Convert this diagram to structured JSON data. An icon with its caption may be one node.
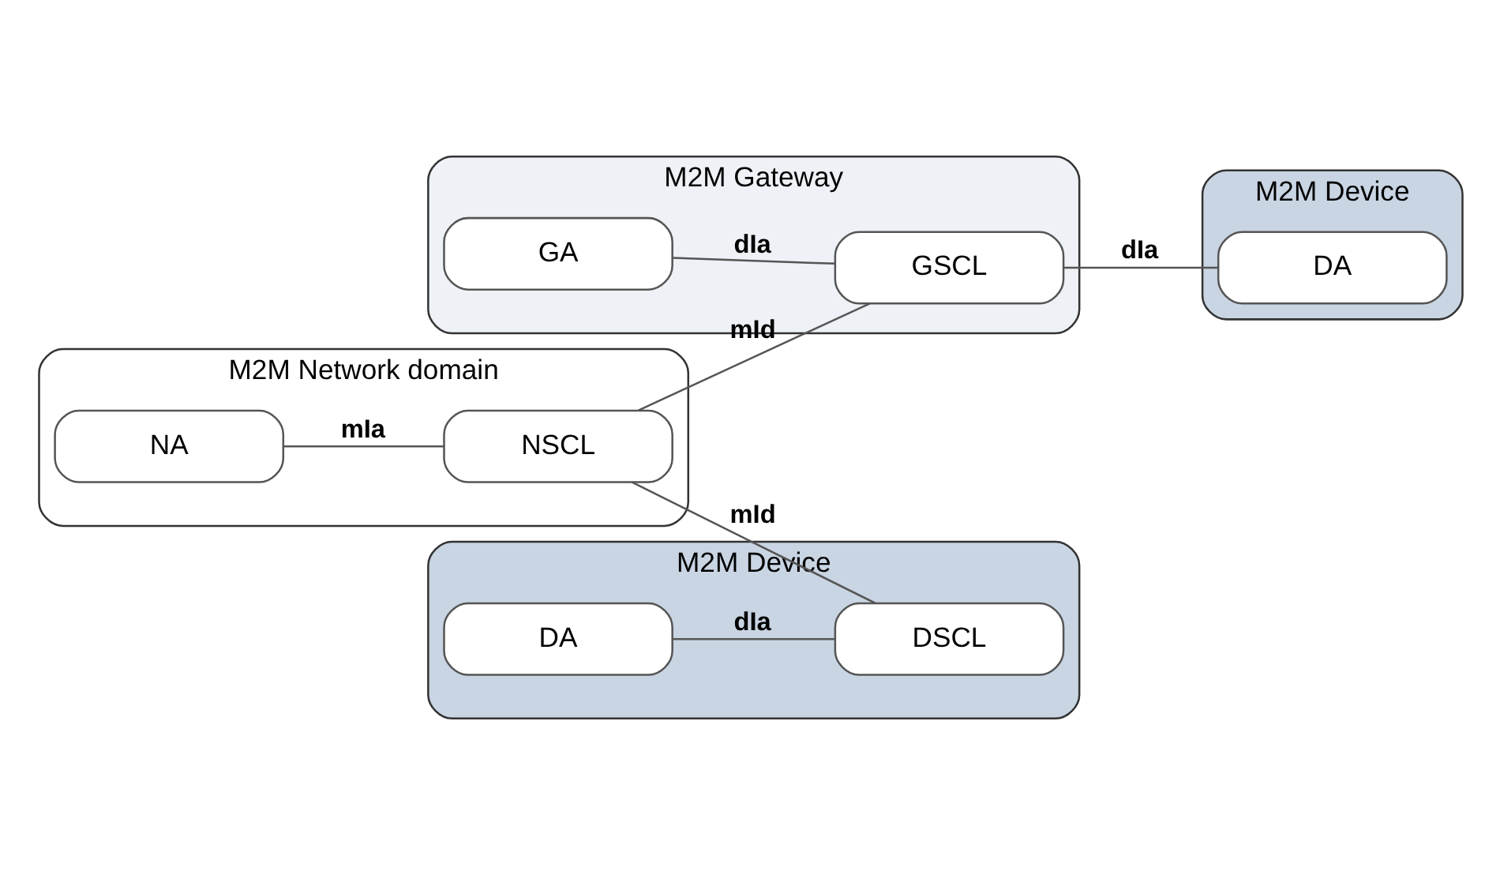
{
  "diagram": {
    "nodes": [
      {
        "text": [
          "M2M Network domain"
        ]
      },
      {
        "text": [
          "NA"
        ],
        "in": 0
      },
      {
        "text": [
          "NSCL"
        ],
        "in": 0
      },
      {
        "text": [
          "M2M Gateway"
        ]
      },
      {
        "text": [
          "GA"
        ],
        "in": 3
      },
      {
        "text": [
          "GSCL"
        ],
        "in": 3
      },
      {
        "text": [
          "M2M Device"
        ]
      },
      {
        "text": [
          "DA"
        ],
        "in": 6
      },
      {
        "text": [
          "M2M Device"
        ]
      },
      {
        "text": [
          "DA"
        ],
        "in": 8
      },
      {
        "text": [
          "DSCL"
        ],
        "in": 8
      }
    ],
    "edges": [
      {
        "from": 1,
        "to": 2,
        "arrow": "none",
        "label": "mIa"
      },
      {
        "from": 2,
        "to": 5,
        "arrow": "none",
        "label": "mId"
      },
      {
        "from": 4,
        "to": 5,
        "arrow": "none",
        "label": "dIa"
      },
      {
        "from": 5,
        "to": 7,
        "arrow": "none",
        "label": "dIa"
      },
      {
        "from": 2,
        "to": 10,
        "arrow": "none",
        "label": "mId"
      },
      {
        "from": 9,
        "to": 10,
        "arrow": "none",
        "label": "dIa"
      }
    ]
  }
}
